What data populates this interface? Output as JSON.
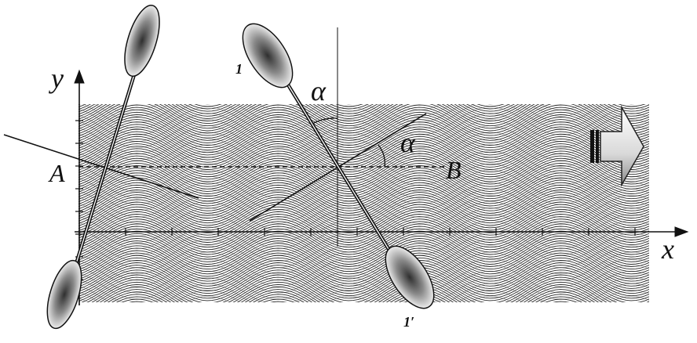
{
  "labels": {
    "y_axis": "y",
    "x_axis": "x",
    "point_a": "A",
    "point_b": "B",
    "angle_top": "α",
    "angle_right": "α",
    "probe_1": "1",
    "probe_1_prime": "1′"
  },
  "colors": {
    "background": "#ffffff",
    "ink": "#111111",
    "wave_lines": "#2a2a2a",
    "probe_dark": "#3c3c3c",
    "probe_light": "#e8e8e8"
  },
  "icons": {
    "flow_direction": "arrow-right-icon"
  }
}
